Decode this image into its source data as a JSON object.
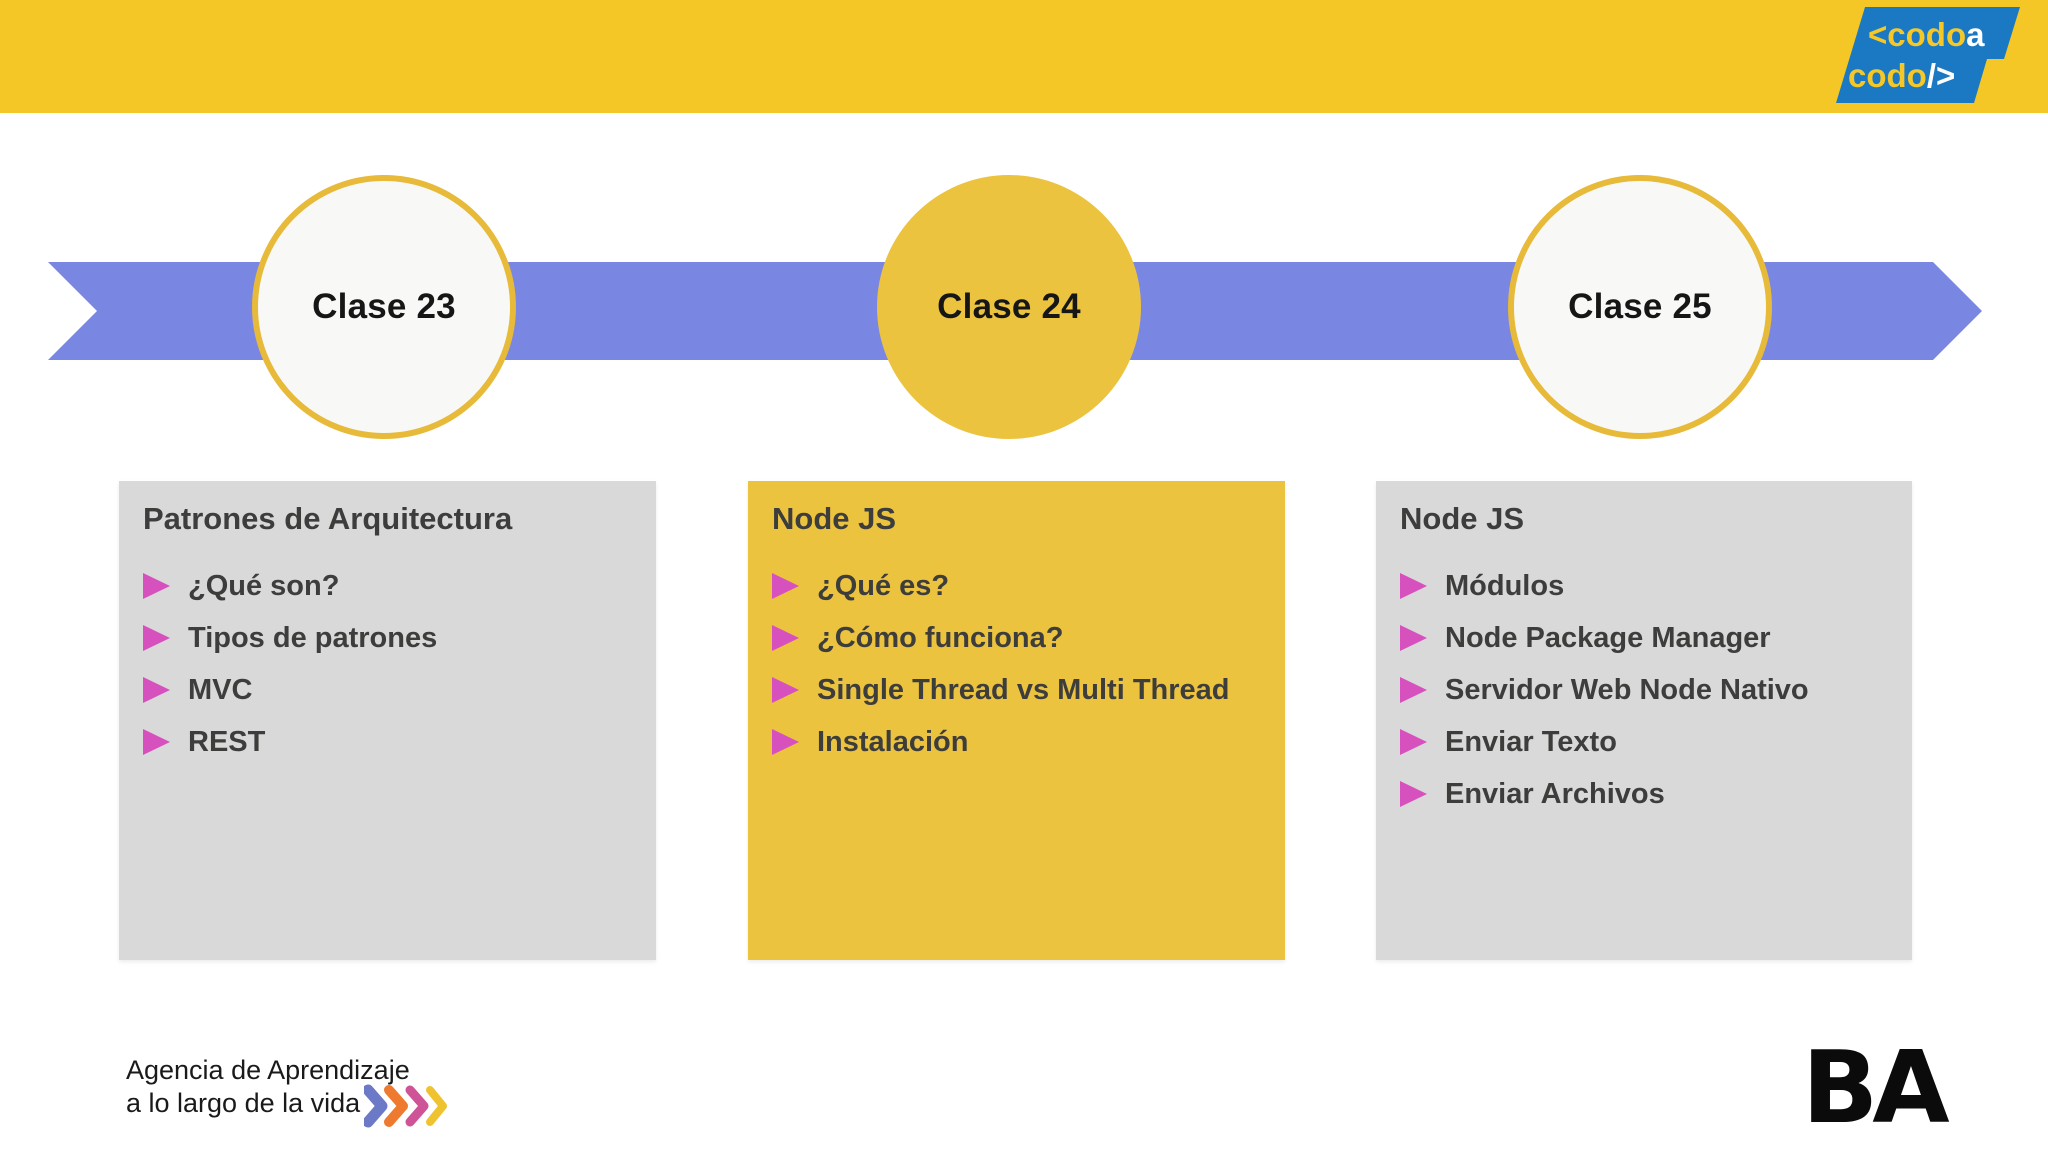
{
  "brand": {
    "logo_line1_code": "<codo",
    "logo_line1_accent": "a",
    "logo_line2_code": "codo",
    "logo_line2_accent": "/>"
  },
  "timeline": {
    "nodes": [
      {
        "label": "Clase 23",
        "variant": "light"
      },
      {
        "label": "Clase 24",
        "variant": "filled"
      },
      {
        "label": "Clase 25",
        "variant": "light"
      }
    ]
  },
  "cards": [
    {
      "title": "Patrones de Arquitectura",
      "variant": "gray",
      "items": [
        "¿Qué son?",
        "Tipos de patrones",
        "MVC",
        "REST"
      ]
    },
    {
      "title": "Node JS",
      "variant": "yellow",
      "items": [
        "¿Qué es?",
        "¿Cómo funciona?",
        "Single Thread vs Multi Thread",
        "Instalación"
      ]
    },
    {
      "title": "Node JS",
      "variant": "gray",
      "items": [
        "Módulos",
        "Node Package Manager",
        "Servidor Web Node Nativo",
        "Enviar Texto",
        "Enviar Archivos"
      ]
    }
  ],
  "footer": {
    "agency_line1": "Agencia de Aprendizaje",
    "agency_line2": "a lo largo de la vida",
    "ba_text": "BA"
  },
  "colors": {
    "header_yellow": "#F4C726",
    "accent_yellow": "#ECC33F",
    "circle_border_yellow": "#E7BA3A",
    "circle_light_fill": "#F8F8F7",
    "ribbon_purple": "#7A87E2",
    "card_gray": "#D9D9D9",
    "bullet_pink": "#D751BE",
    "text_dark": "#3D3D3C",
    "logo_blue": "#1B79C4",
    "logo_yellow": "#F5C828",
    "chevron_colors": [
      "#6B79C6",
      "#EE7A2F",
      "#CE5397",
      "#EFC330"
    ]
  }
}
